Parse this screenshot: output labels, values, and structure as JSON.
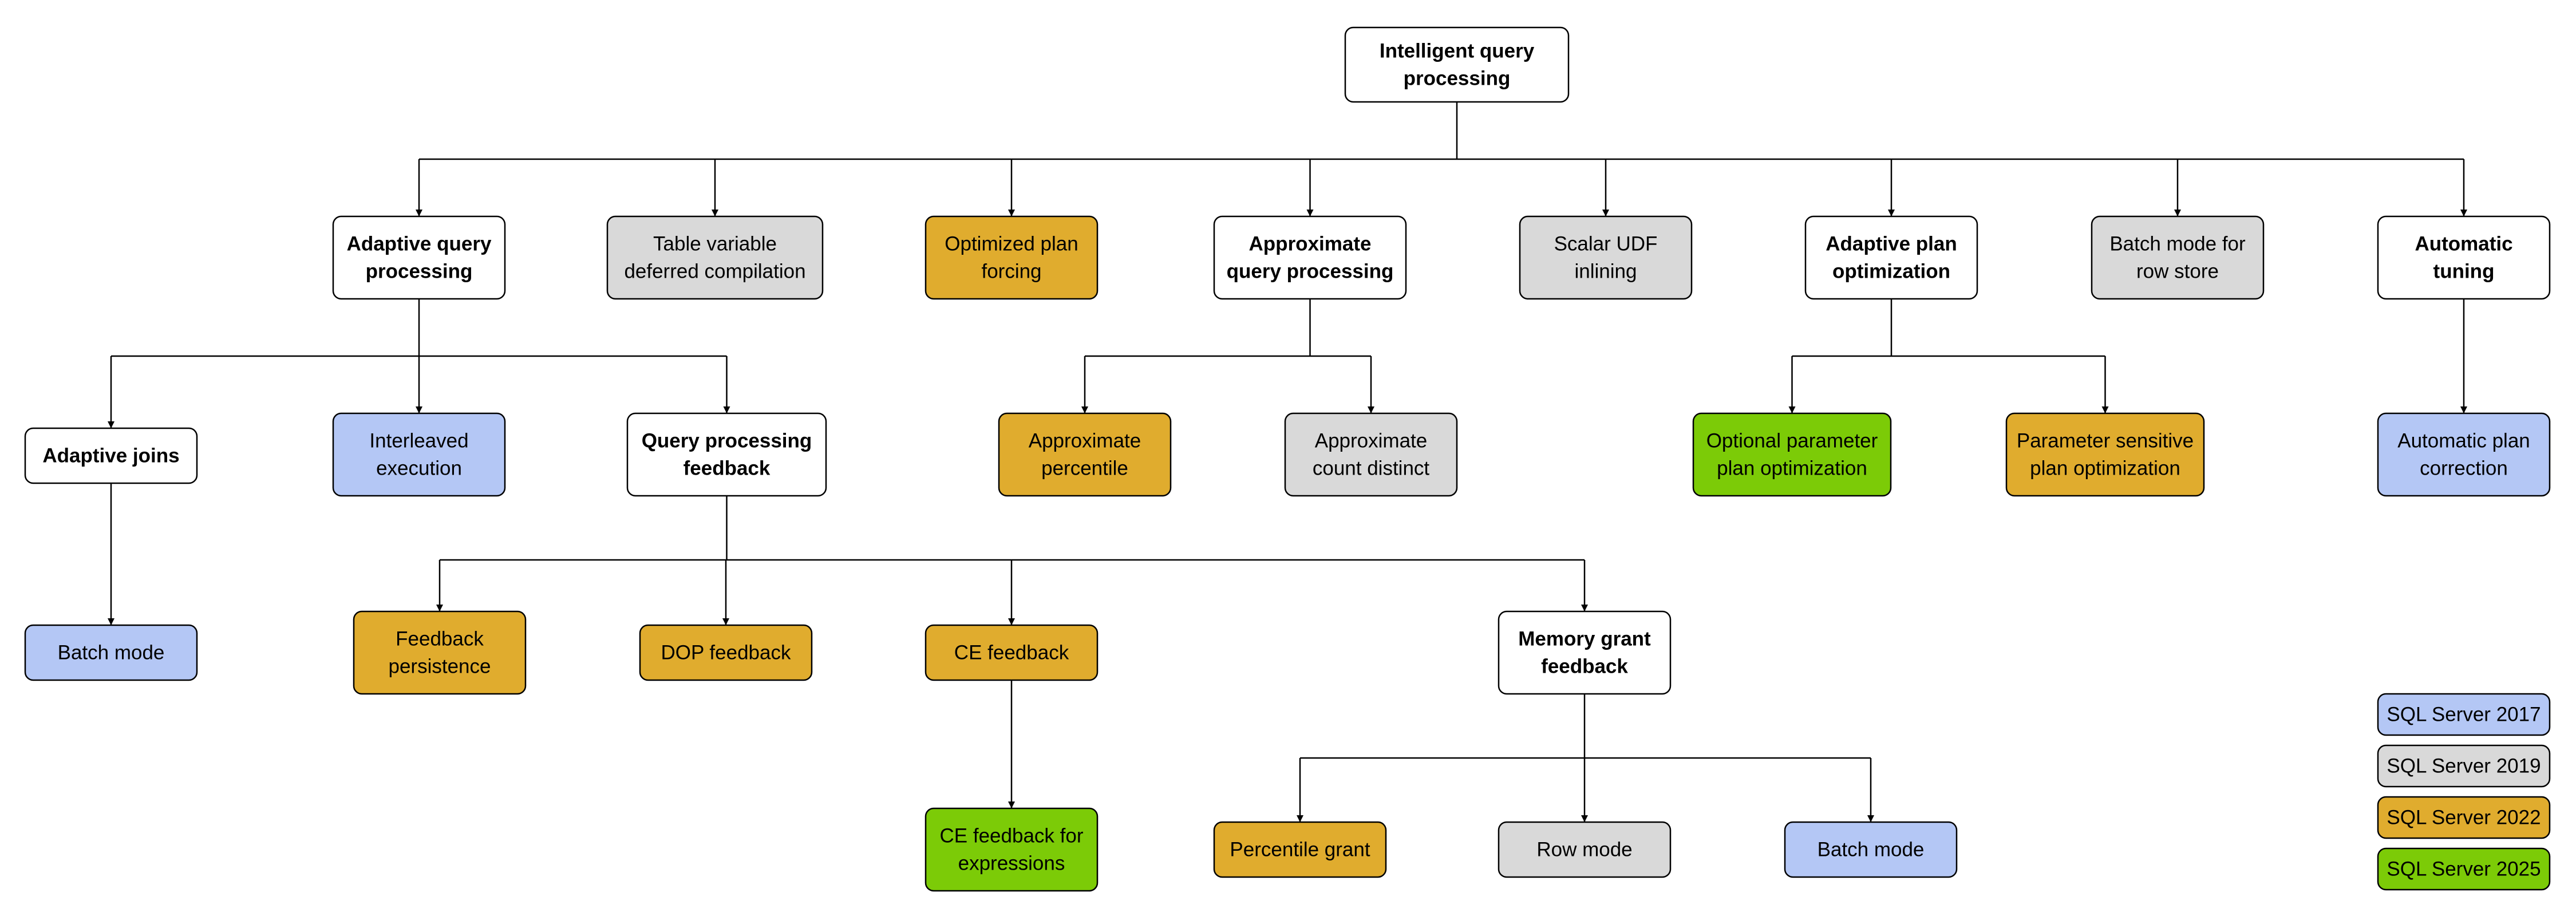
{
  "diagram": {
    "colors": {
      "white": "#ffffff",
      "sql2017": "#b4c7f5",
      "sql2019": "#d9d9d9",
      "sql2022": "#e0ac2e",
      "sql2025": "#7ccb07"
    },
    "nodes": [
      {
        "id": "root",
        "lines": [
          "Intelligent query",
          "processing"
        ],
        "color": "white",
        "bold": true
      },
      {
        "id": "adaptive-query-processing",
        "lines": [
          "Adaptive query",
          "processing"
        ],
        "color": "white",
        "bold": true
      },
      {
        "id": "table-variable-deferred-compilation",
        "lines": [
          "Table variable",
          "deferred compilation"
        ],
        "color": "sql2019",
        "bold": false
      },
      {
        "id": "optimized-plan-forcing",
        "lines": [
          "Optimized plan",
          "forcing"
        ],
        "color": "sql2022",
        "bold": false
      },
      {
        "id": "approximate-query-processing",
        "lines": [
          "Approximate",
          "query processing"
        ],
        "color": "white",
        "bold": true
      },
      {
        "id": "scalar-udf-inlining",
        "lines": [
          "Scalar UDF",
          "inlining"
        ],
        "color": "sql2019",
        "bold": false
      },
      {
        "id": "adaptive-plan-optimization",
        "lines": [
          "Adaptive plan",
          "optimization"
        ],
        "color": "white",
        "bold": true
      },
      {
        "id": "batch-mode-row-store",
        "lines": [
          "Batch mode for",
          "row store"
        ],
        "color": "sql2019",
        "bold": false
      },
      {
        "id": "automatic-tuning",
        "lines": [
          "Automatic",
          "tuning"
        ],
        "color": "white",
        "bold": true
      },
      {
        "id": "adaptive-joins",
        "lines": [
          "Adaptive joins"
        ],
        "color": "white",
        "bold": true
      },
      {
        "id": "interleaved-execution",
        "lines": [
          "Interleaved",
          "execution"
        ],
        "color": "sql2017",
        "bold": false
      },
      {
        "id": "query-processing-feedback",
        "lines": [
          "Query processing",
          "feedback"
        ],
        "color": "white",
        "bold": true
      },
      {
        "id": "approximate-percentile",
        "lines": [
          "Approximate",
          "percentile"
        ],
        "color": "sql2022",
        "bold": false
      },
      {
        "id": "approximate-count-distinct",
        "lines": [
          "Approximate",
          "count distinct"
        ],
        "color": "sql2019",
        "bold": false
      },
      {
        "id": "optional-parameter-plan-optimization",
        "lines": [
          "Optional parameter",
          "plan optimization"
        ],
        "color": "sql2025",
        "bold": false
      },
      {
        "id": "parameter-sensitive-plan-optimization",
        "lines": [
          "Parameter sensitive",
          "plan optimization"
        ],
        "color": "sql2022",
        "bold": false
      },
      {
        "id": "automatic-plan-correction",
        "lines": [
          "Automatic plan",
          "correction"
        ],
        "color": "sql2017",
        "bold": false
      },
      {
        "id": "batch-mode",
        "lines": [
          "Batch mode"
        ],
        "color": "sql2017",
        "bold": false
      },
      {
        "id": "feedback-persistence",
        "lines": [
          "Feedback",
          "persistence"
        ],
        "color": "sql2022",
        "bold": false
      },
      {
        "id": "dop-feedback",
        "lines": [
          "DOP feedback"
        ],
        "color": "sql2022",
        "bold": false
      },
      {
        "id": "ce-feedback",
        "lines": [
          "CE feedback"
        ],
        "color": "sql2022",
        "bold": false
      },
      {
        "id": "memory-grant-feedback",
        "lines": [
          "Memory grant",
          "feedback"
        ],
        "color": "white",
        "bold": true
      },
      {
        "id": "ce-feedback-expressions",
        "lines": [
          "CE feedback for",
          "expressions"
        ],
        "color": "sql2025",
        "bold": false
      },
      {
        "id": "percentile-grant",
        "lines": [
          "Percentile grant"
        ],
        "color": "sql2022",
        "bold": false
      },
      {
        "id": "row-mode",
        "lines": [
          "Row mode"
        ],
        "color": "sql2019",
        "bold": false
      },
      {
        "id": "memory-grant-batch-mode",
        "lines": [
          "Batch mode"
        ],
        "color": "sql2017",
        "bold": false
      }
    ],
    "edges": [
      {
        "from": "root",
        "to": [
          "adaptive-query-processing",
          "table-variable-deferred-compilation",
          "optimized-plan-forcing",
          "approximate-query-processing",
          "scalar-udf-inlining",
          "adaptive-plan-optimization",
          "batch-mode-row-store",
          "automatic-tuning"
        ]
      },
      {
        "from": "adaptive-query-processing",
        "to": [
          "adaptive-joins",
          "interleaved-execution",
          "query-processing-feedback"
        ]
      },
      {
        "from": "approximate-query-processing",
        "to": [
          "approximate-percentile",
          "approximate-count-distinct"
        ]
      },
      {
        "from": "adaptive-plan-optimization",
        "to": [
          "optional-parameter-plan-optimization",
          "parameter-sensitive-plan-optimization"
        ]
      },
      {
        "from": "automatic-tuning",
        "to": [
          "automatic-plan-correction"
        ]
      },
      {
        "from": "adaptive-joins",
        "to": [
          "batch-mode"
        ]
      },
      {
        "from": "query-processing-feedback",
        "to": [
          "feedback-persistence",
          "dop-feedback",
          "ce-feedback",
          "memory-grant-feedback"
        ]
      },
      {
        "from": "ce-feedback",
        "to": [
          "ce-feedback-expressions"
        ]
      },
      {
        "from": "memory-grant-feedback",
        "to": [
          "percentile-grant",
          "row-mode",
          "memory-grant-batch-mode"
        ]
      }
    ],
    "legend": [
      {
        "id": "legend-sql-server-2017",
        "label": "SQL Server 2017",
        "color": "sql2017"
      },
      {
        "id": "legend-sql-server-2019",
        "label": "SQL Server 2019",
        "color": "sql2019"
      },
      {
        "id": "legend-sql-server-2022",
        "label": "SQL Server 2022",
        "color": "sql2022"
      },
      {
        "id": "legend-sql-server-2025",
        "label": "SQL Server 2025",
        "color": "sql2025"
      }
    ]
  }
}
